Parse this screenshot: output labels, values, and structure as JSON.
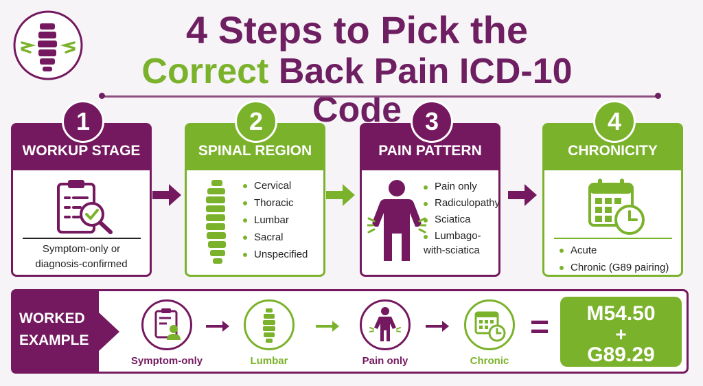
{
  "title": {
    "line1": "4 Steps to Pick the",
    "line2_highlight": "Correct",
    "line2_rest": "Back Pain ICD-10 Code"
  },
  "colors": {
    "purple": "#74195f",
    "green": "#7bb22b"
  },
  "steps": [
    {
      "number": "1",
      "heading": "WORKUP STAGE",
      "icon": "clipboard-check-icon",
      "caption_line1": "Symptom-only or",
      "caption_line2": "diagnosis-confirmed"
    },
    {
      "number": "2",
      "heading": "SPINAL REGION",
      "icon": "spine-icon",
      "items": [
        "Cervical",
        "Thoracic",
        "Lumbar",
        "Sacral",
        "Unspecified"
      ]
    },
    {
      "number": "3",
      "heading": "PAIN PATTERN",
      "icon": "person-back-pain-icon",
      "items": [
        "Pain only",
        "Radiculopathy",
        "Sciatica",
        "Lumbago-",
        "with-sciatica"
      ]
    },
    {
      "number": "4",
      "heading": "CHRONICITY",
      "icon": "calendar-clock-icon",
      "items": [
        "Acute",
        "Chronic (G89 pairing)"
      ]
    }
  ],
  "example": {
    "label_line1": "WORKED",
    "label_line2": "EXAMPLE",
    "steps": [
      "Symptom-only",
      "Lumbar",
      "Pain only",
      "Chronic"
    ],
    "equals": "=",
    "result_line1": "M54.50",
    "result_plus": "+",
    "result_line2": "G89.29"
  }
}
